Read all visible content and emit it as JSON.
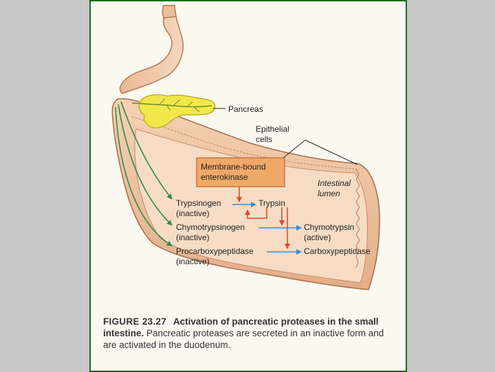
{
  "labels": {
    "pancreas": "Pancreas",
    "epithelial_1": "Epithelial",
    "epithelial_2": "cells",
    "enterokinase_1": "Membrane-bound",
    "enterokinase_2": "enterokinase",
    "lumen_1": "Intestinal",
    "lumen_2": "lumen",
    "trypsinogen": "Trypsinogen",
    "trypsinogen_state": "(inactive)",
    "trypsin": "Trypsin",
    "chymotrypsinogen": "Chymotrypsinogen",
    "chymotrypsinogen_state": "(inactive)",
    "chymotrypsin": "Chymotrypsin",
    "chymotrypsin_state": "(active)",
    "procarboxypeptidase": "Procarboxypeptidase",
    "procarboxypeptidase_state": "(inactive)",
    "carboxypeptidase": "Carboxypeptidase"
  },
  "caption": {
    "figure_number": "FIGURE 23.27",
    "title": "Activation of pancreatic proteases in the small intestine.",
    "body": "Pancreatic proteases are secreted in an inactive form and are activated in the duodenum."
  },
  "colors": {
    "intestine": "#eec5a4",
    "pancreas": "#f0e84a",
    "enterokinase_box": "#f0a868",
    "activation_arrow": "#e04a2a",
    "conversion_arrow": "#3a8ad8",
    "duct_arrow": "#2e8a4a",
    "frame_border": "#1a6b1a"
  }
}
